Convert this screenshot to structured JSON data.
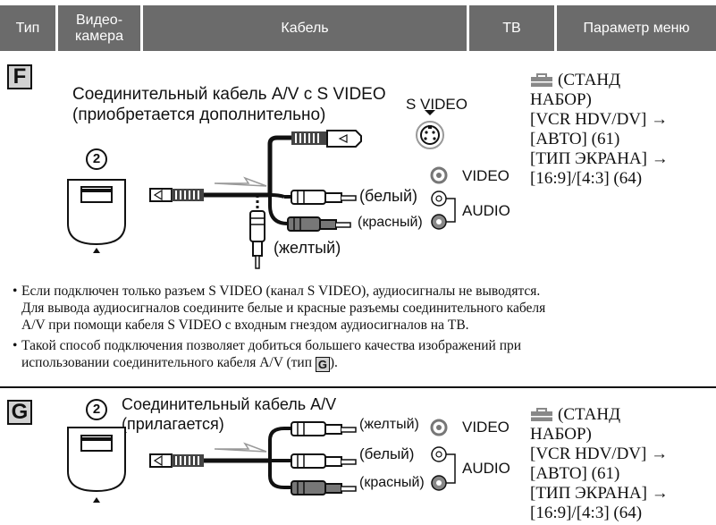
{
  "header": {
    "type": "Тип",
    "camcorder": "Видео-\nкамера",
    "cable": "Кабель",
    "tv": "ТВ",
    "menu_param": "Параметр меню"
  },
  "section_f": {
    "letter": "F",
    "cable_name": "Соединительный кабель A/V с S VIDEO",
    "cable_note": "(приобретается дополнительно)",
    "step": "2",
    "s_video_label": "S VIDEO",
    "video_label": "VIDEO",
    "audio_label": "AUDIO",
    "white_label": "(белый)",
    "red_label": "(красный)",
    "yellow_label": "(желтый)",
    "menu": [
      "(СТАНД",
      "НАБОР)",
      "[VCR HDV/DV] →",
      "[АВТО] (61)",
      "[ТИП ЭКРАНА] →",
      "[16:9]/[4:3] (64)"
    ]
  },
  "notes": {
    "bullet1_line1": "Если подключен только разъем S VIDEO (канал S VIDEO), аудиосигналы не выводятся.",
    "bullet1_line2": "Для вывода аудиосигналов соедините белые и красные разъемы соединительного кабеля",
    "bullet1_line3": "A/V при помощи кабеля S VIDEO с входным гнездом аудиосигналов на ТВ.",
    "bullet2_line1": "Такой способ подключения позволяет добиться большего качества изображений при",
    "bullet2_line2": "использовании соединительного кабеля A/V (тип",
    "bullet2_box": "G",
    "bullet2_end": ")."
  },
  "section_g": {
    "letter": "G",
    "cable_name": "Соединительный кабель A/V",
    "cable_note": "(прилагается)",
    "step": "2",
    "yellow_label": "(желтый)",
    "white_label": "(белый)",
    "red_label": "(красный)",
    "video_label": "VIDEO",
    "audio_label": "AUDIO",
    "menu": [
      "(СТАНД",
      "НАБОР)",
      "[VCR HDV/DV] →",
      "[АВТО] (61)",
      "[ТИП ЭКРАНА] →",
      "[16:9]/[4:3] (64)"
    ]
  }
}
